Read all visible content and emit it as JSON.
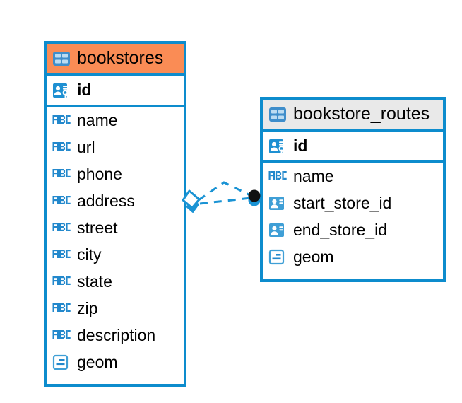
{
  "diagram": {
    "type": "entity-relationship-diagram",
    "background_color": "#ffffff",
    "accent_color": "#0d8ccd",
    "highlight_header_color": "#fa8c55",
    "neutral_header_color": "#e9e9e9"
  },
  "entities": [
    {
      "name": "bookstores",
      "header_style": "orange",
      "primary_key": {
        "label": "id",
        "icon": "primary-key-icon"
      },
      "fields": [
        {
          "label": "name",
          "icon": "text-abc-icon"
        },
        {
          "label": "url",
          "icon": "text-abc-icon"
        },
        {
          "label": "phone",
          "icon": "text-abc-icon"
        },
        {
          "label": "address",
          "icon": "text-abc-icon"
        },
        {
          "label": "street",
          "icon": "text-abc-icon"
        },
        {
          "label": "city",
          "icon": "text-abc-icon"
        },
        {
          "label": "state",
          "icon": "text-abc-icon"
        },
        {
          "label": "zip",
          "icon": "text-abc-icon"
        },
        {
          "label": "description",
          "icon": "text-abc-icon"
        },
        {
          "label": "geom",
          "icon": "geometry-icon"
        }
      ]
    },
    {
      "name": "bookstore_routes",
      "header_style": "grey",
      "primary_key": {
        "label": "id",
        "icon": "primary-key-icon"
      },
      "fields": [
        {
          "label": "name",
          "icon": "text-abc-icon"
        },
        {
          "label": "start_store_id",
          "icon": "foreign-key-icon"
        },
        {
          "label": "end_store_id",
          "icon": "foreign-key-icon"
        },
        {
          "label": "geom",
          "icon": "geometry-icon"
        }
      ]
    }
  ],
  "relationship": {
    "style": "dashed",
    "color": "#0d8ccd",
    "source_endpoint": "diamond-marker",
    "target_endpoint": "filled-dot-marker",
    "branches": 2
  }
}
